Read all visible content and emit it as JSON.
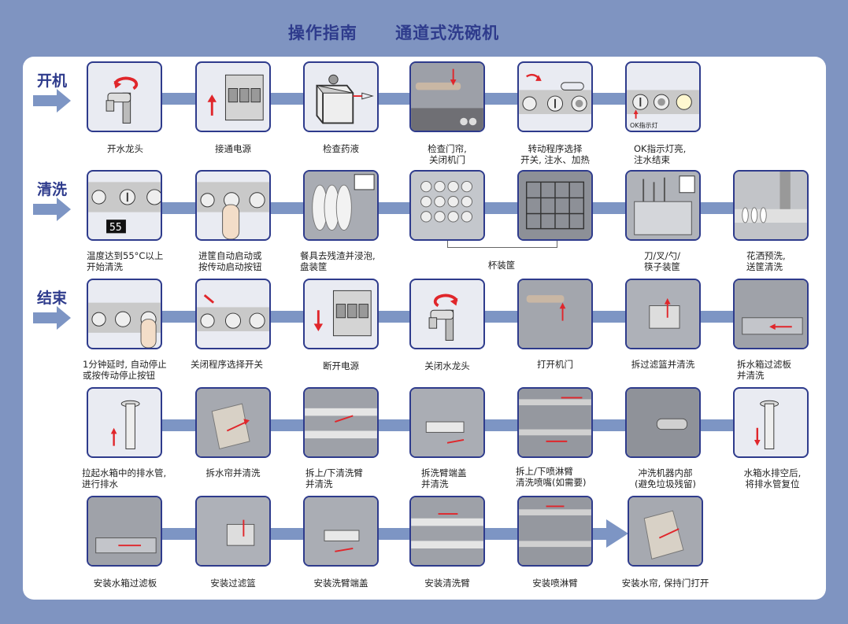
{
  "header": {
    "title_left": "操作指南",
    "title_right": "通道式洗碗机"
  },
  "sections": {
    "start": "开机",
    "wash": "清洗",
    "end": "结束"
  },
  "row1": [
    "开水龙头",
    "接通电源",
    "检查药液",
    "检查门帘,\n关闭机门",
    "转动程序选择\n开关, 注水、加热",
    "OK指示灯亮,\n注水结束"
  ],
  "row2": [
    "温度达到55°C以上\n开始清洗",
    "进筐自动启动或\n按传动启动按钮",
    "餐具去残渣并浸泡,\n盘装筐",
    "杯装筐",
    "刀/叉/勺/\n筷子装筐",
    "花洒预洗,\n送筐清洗"
  ],
  "row3": [
    "1分钟延时, 自动停止\n或按传动停止按钮",
    "关闭程序选择开关",
    "断开电源",
    "关闭水龙头",
    "打开机门",
    "拆过滤篮并清洗",
    "拆水箱过滤板\n并清洗"
  ],
  "row4": [
    "拉起水箱中的排水管,\n进行排水",
    "拆水帘并清洗",
    "拆上/下清洗臂\n并清洗",
    "拆洗臂端盖\n并清洗",
    "拆上/下喷淋臂\n清洗喷嘴(如需要)",
    "冲洗机器内部\n(避免垃圾残留)",
    "水箱水排空后,\n将排水管复位"
  ],
  "row5": [
    "安装水箱过滤板",
    "安装过滤篮",
    "安装洗臂端盖",
    "安装清洗臂",
    "安装喷淋臂",
    "安装水帘, 保持门打开"
  ],
  "panel_texts": {
    "ok_light": "OK指示灯",
    "temp_display": "55"
  },
  "colors": {
    "background": "#7f94c1",
    "accent": "#2e3b8c",
    "band": "#7d95c4",
    "arrow_red": "#e0262b"
  }
}
